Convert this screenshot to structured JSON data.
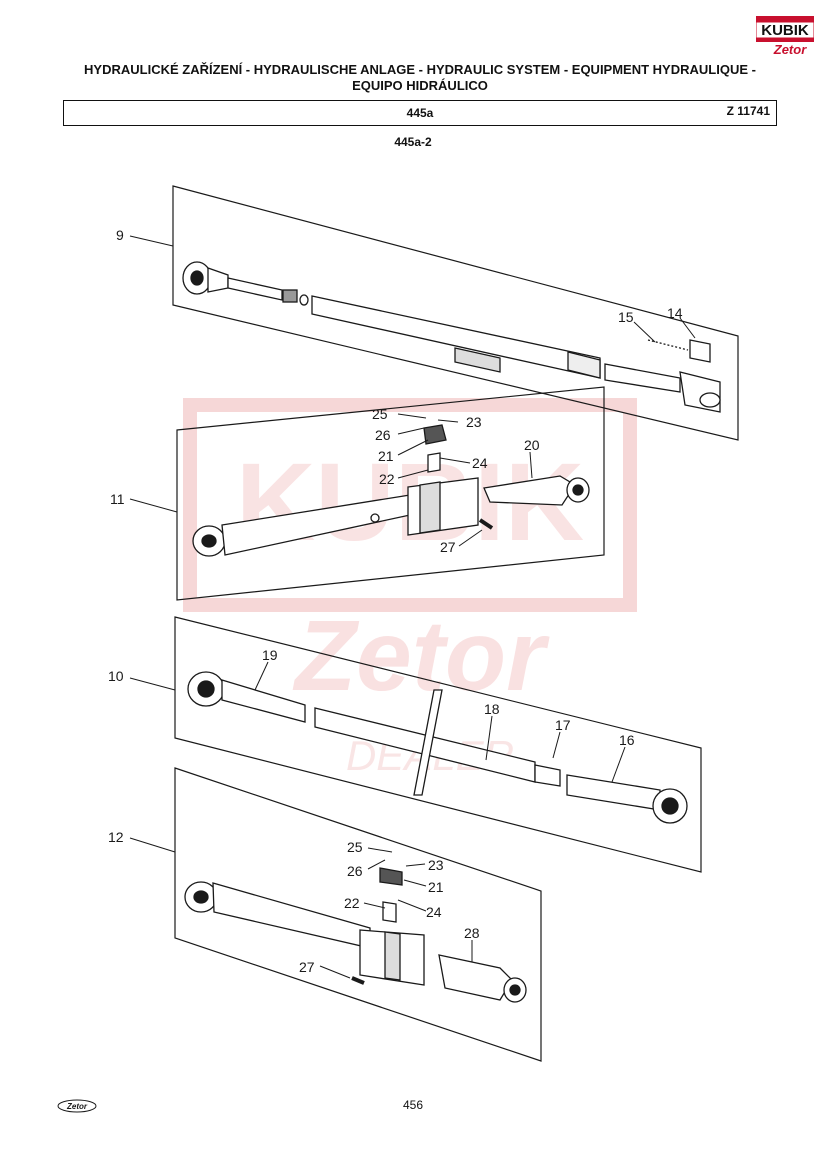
{
  "header": {
    "title_line1": "HYDRAULICKÉ ZAŘÍZENÍ - HYDRAULISCHE ANLAGE - HYDRAULIC SYSTEM - EQUIPMENT HYDRAULIQUE -",
    "title_line2": "EQUIPO HIDRÁULICO",
    "section": "445a",
    "code": "Z 11741",
    "subsection": "445a-2"
  },
  "logo": {
    "brand": "KUBIK",
    "sub": "Zetor"
  },
  "footer": {
    "page_number": "456",
    "logo_text": "Zetor"
  },
  "diagram": {
    "callouts": [
      "9",
      "15",
      "14",
      "25",
      "23",
      "26",
      "21",
      "24",
      "20",
      "22",
      "11",
      "27",
      "10",
      "19",
      "18",
      "17",
      "16",
      "12",
      "25",
      "23",
      "26",
      "21",
      "22",
      "24",
      "28",
      "27"
    ]
  },
  "colors": {
    "ink": "#1a1a1a",
    "watermark": "#f6d3d3",
    "logo_red": "#c8102e"
  }
}
